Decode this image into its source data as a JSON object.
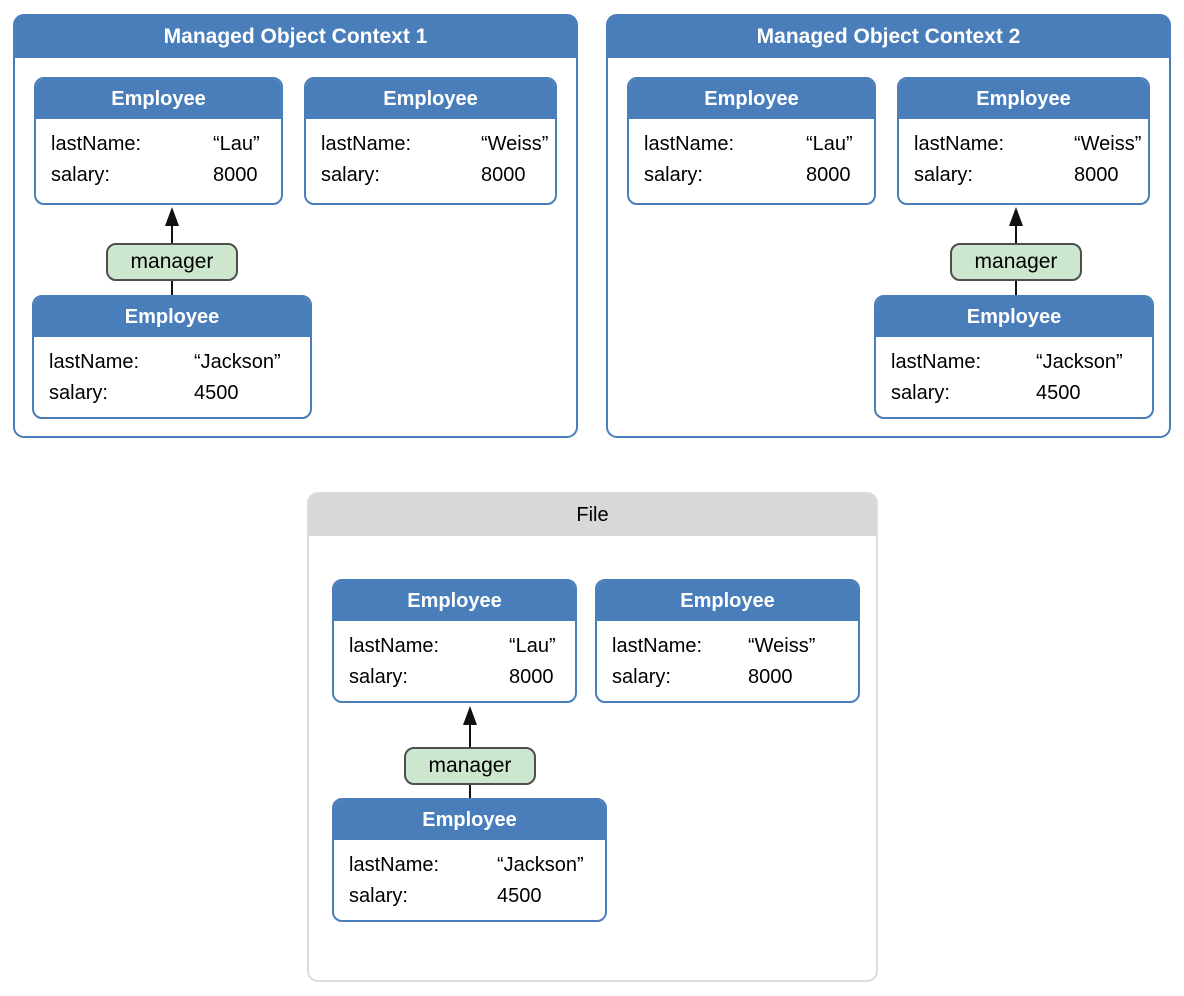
{
  "colors": {
    "blue": "#4A7EBB",
    "gray_header": "#D8D8D8",
    "gray_border": "#DCDCDC",
    "pill_green": "#CDE7CE",
    "pill_border": "#4E4E4E",
    "connector": "#111111"
  },
  "moc1": {
    "title": "Managed Object Context 1",
    "relationship_label": "manager",
    "cards": {
      "lau": {
        "title": "Employee",
        "attrs": [
          {
            "label": "lastName:",
            "value": "“Lau”"
          },
          {
            "label": "salary:",
            "value": "8000"
          }
        ]
      },
      "weiss": {
        "title": "Employee",
        "attrs": [
          {
            "label": "lastName:",
            "value": "“Weiss”"
          },
          {
            "label": "salary:",
            "value": "8000"
          }
        ]
      },
      "jackson": {
        "title": "Employee",
        "attrs": [
          {
            "label": "lastName:",
            "value": "“Jackson”"
          },
          {
            "label": "salary:",
            "value": "4500"
          }
        ]
      }
    }
  },
  "moc2": {
    "title": "Managed Object Context 2",
    "relationship_label": "manager",
    "cards": {
      "lau": {
        "title": "Employee",
        "attrs": [
          {
            "label": "lastName:",
            "value": "“Lau”"
          },
          {
            "label": "salary:",
            "value": "8000"
          }
        ]
      },
      "weiss": {
        "title": "Employee",
        "attrs": [
          {
            "label": "lastName:",
            "value": "“Weiss”"
          },
          {
            "label": "salary:",
            "value": "8000"
          }
        ]
      },
      "jackson": {
        "title": "Employee",
        "attrs": [
          {
            "label": "lastName:",
            "value": "“Jackson”"
          },
          {
            "label": "salary:",
            "value": "4500"
          }
        ]
      }
    }
  },
  "file": {
    "title": "File",
    "relationship_label": "manager",
    "cards": {
      "lau": {
        "title": "Employee",
        "attrs": [
          {
            "label": "lastName:",
            "value": "“Lau”"
          },
          {
            "label": "salary:",
            "value": "8000"
          }
        ]
      },
      "weiss": {
        "title": "Employee",
        "attrs": [
          {
            "label": "lastName:",
            "value": "“Weiss”"
          },
          {
            "label": "salary:",
            "value": "8000"
          }
        ]
      },
      "jackson": {
        "title": "Employee",
        "attrs": [
          {
            "label": "lastName:",
            "value": "“Jackson”"
          },
          {
            "label": "salary:",
            "value": "4500"
          }
        ]
      }
    }
  }
}
